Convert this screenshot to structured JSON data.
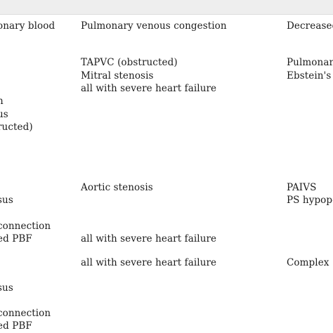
{
  "table": {
    "headers": {
      "col1": "onary blood",
      "col2": "Pulmonary venous congestion",
      "col3": "Decreased"
    },
    "col1_lines": [
      "h",
      "us",
      "ructed)",
      "sus",
      "connection",
      "ed PBF",
      "sus",
      "connection",
      "ed PBF"
    ],
    "col2_lines": [
      "TAPVC (obstructed)",
      "Mitral stenosis",
      "all with severe heart failure",
      "Aortic stenosis",
      "all with severe heart failure",
      "all with severe heart failure"
    ],
    "col3_lines": [
      "Pulmonar",
      "Ebstein's a",
      "PAIVS",
      "PS hypopo",
      "Complex"
    ]
  }
}
